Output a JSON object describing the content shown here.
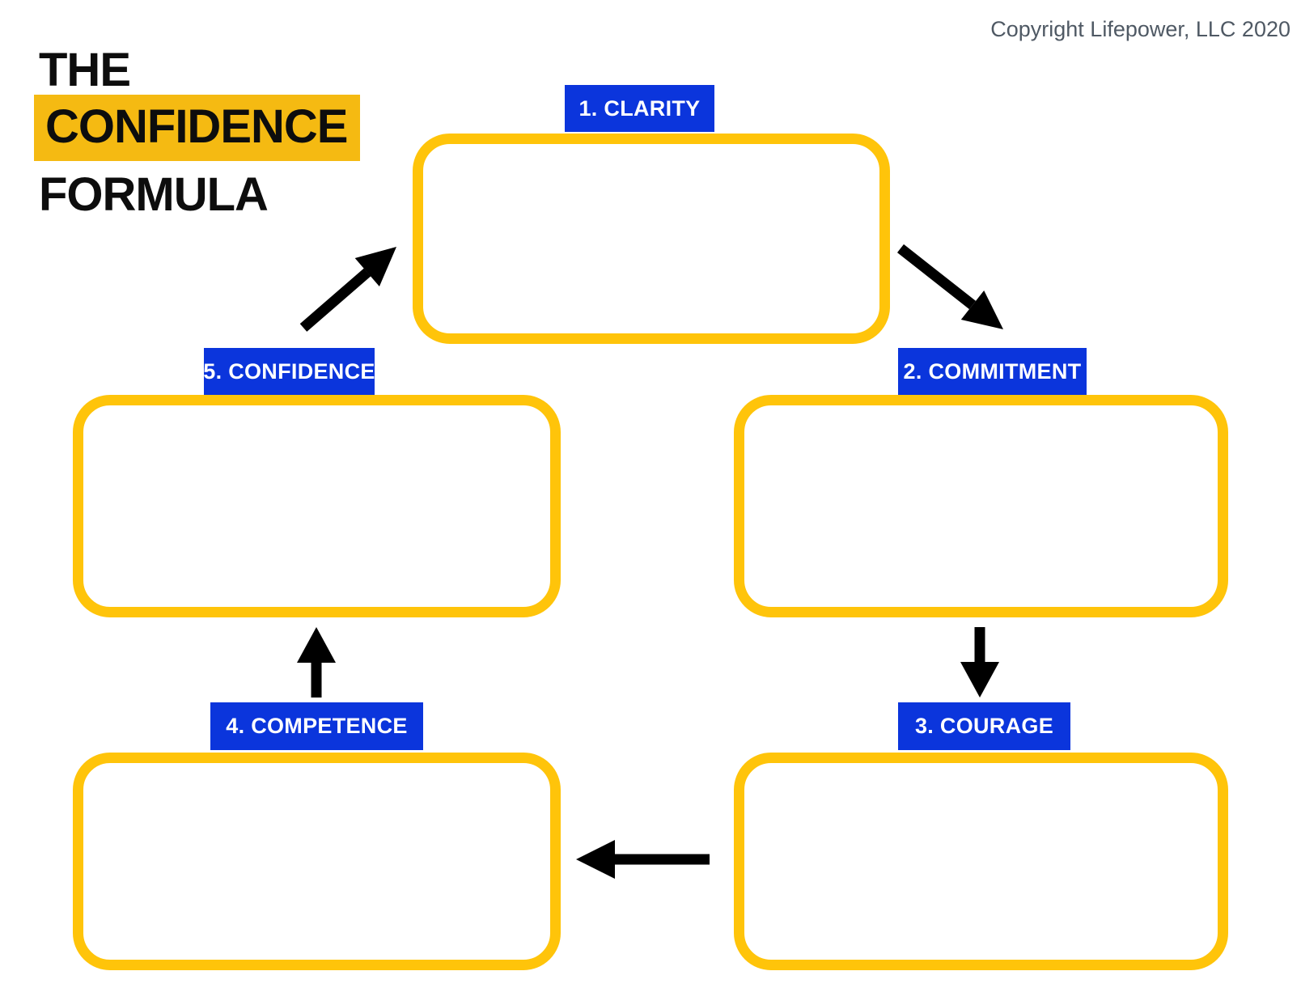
{
  "header": {
    "copyright": "Copyright Lifepower, LLC 2020"
  },
  "title": {
    "line1": "THE",
    "line2": "CONFIDENCE",
    "line3": "FORMULA",
    "highlighted_word": "CONFIDENCE"
  },
  "diagram": {
    "type": "cycle",
    "stages": [
      {
        "label": "1. CLARITY"
      },
      {
        "label": "2. COMMITMENT"
      },
      {
        "label": "3. COURAGE"
      },
      {
        "label": "4. COMPETENCE"
      },
      {
        "label": "5. CONFIDENCE"
      }
    ],
    "arrows": [
      {
        "from": "1. CLARITY",
        "to": "2. COMMITMENT",
        "direction": "down-right"
      },
      {
        "from": "2. COMMITMENT",
        "to": "3. COURAGE",
        "direction": "down"
      },
      {
        "from": "3. COURAGE",
        "to": "4. COMPETENCE",
        "direction": "left"
      },
      {
        "from": "4. COMPETENCE",
        "to": "5. CONFIDENCE",
        "direction": "up"
      },
      {
        "from": "5. CONFIDENCE",
        "to": "1. CLARITY",
        "direction": "up-right"
      }
    ]
  },
  "colors": {
    "box_border_yellow": "#FFC40A",
    "title_highlight_yellow": "#F5BA12",
    "label_blue": "#0B35DC",
    "label_text_white": "#FFFFFF",
    "arrow_black": "#000000",
    "copyright_gray": "#4F5964",
    "title_black": "#0D0D0D",
    "background": "#FFFFFF"
  }
}
